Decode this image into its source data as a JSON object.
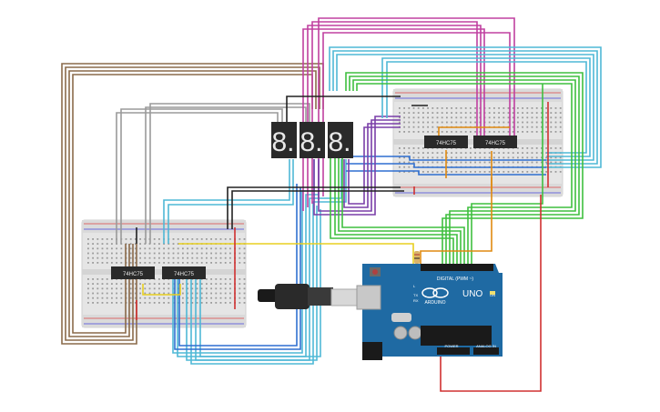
{
  "chips": {
    "left_a": "74HC75",
    "left_b": "74HC75",
    "right_a": "74HC75",
    "right_b": "74HC75"
  },
  "displays": [
    "8.",
    "8.",
    "8."
  ],
  "arduino": {
    "brand": "ARDUINO",
    "model": "UNO",
    "digital_label": "DIGITAL (PWM ~)",
    "power_label": "POWER",
    "analog_label": "ANALOG IN",
    "tx_label": "TX",
    "rx_label": "RX",
    "l_label": "L",
    "on_label": "ON"
  },
  "colors": {
    "board": "#1f6aa3",
    "breadboard": "#e6e6e6",
    "wire_brown": "#8a6a4a",
    "wire_gray": "#9a9a9a",
    "wire_cyan": "#4fb8d6",
    "wire_blue": "#2f6fd0",
    "wire_magenta": "#c040a0",
    "wire_purple": "#7a3fa8",
    "wire_green": "#3fbf3f",
    "wire_orange": "#e08a10",
    "wire_yellow": "#e8cf20",
    "wire_red": "#d03030",
    "wire_black": "#222222",
    "segment_on": "#e8e8e8",
    "display_body": "#2a2a2a"
  }
}
